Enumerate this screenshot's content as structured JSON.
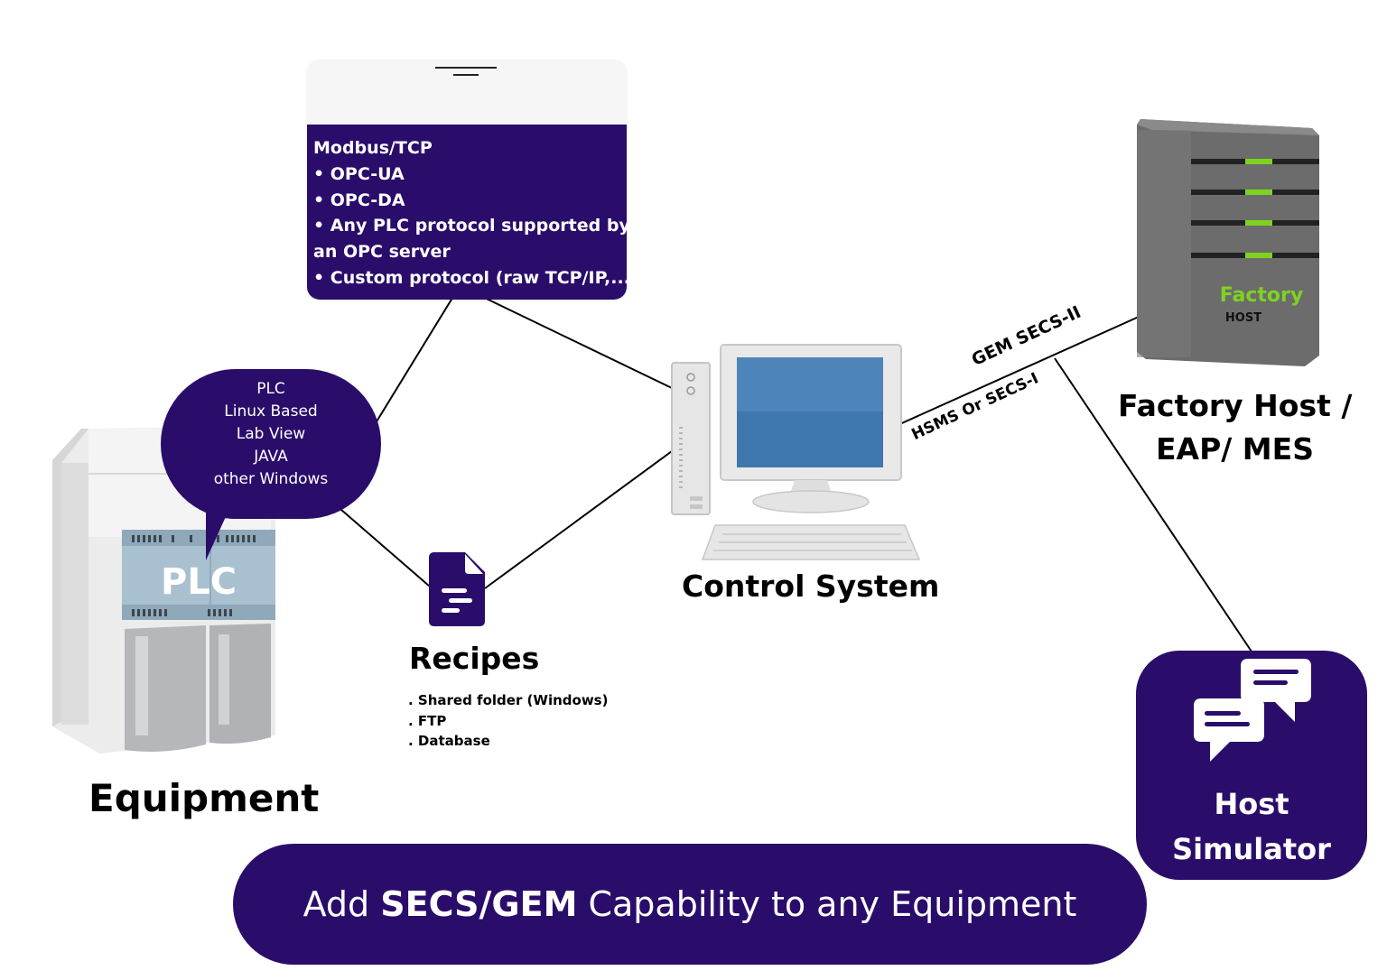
{
  "protocols": {
    "title": "Modbus/TCP",
    "items": [
      "• OPC-UA",
      "• OPC-DA",
      "• Any PLC protocol supported by",
      "an OPC server",
      "• Custom protocol (raw TCP/IP,...)"
    ]
  },
  "plc_bubble": {
    "lines": [
      "PLC",
      "Linux Based",
      "Lab View",
      "JAVA",
      "other Windows"
    ]
  },
  "equipment": {
    "plc_label": "PLC",
    "label": "Equipment"
  },
  "recipes": {
    "title": "Recipes",
    "items": [
      ". Shared folder (Windows)",
      ". FTP",
      ". Database"
    ]
  },
  "control_system": {
    "label": "Control System"
  },
  "link": {
    "upper": "GEM SECS-II",
    "lower": "HSMS Or SECS-I"
  },
  "factory_host": {
    "server_brand": "Factory",
    "server_sub": "HOST",
    "label_line1": "Factory Host /",
    "label_line2": "EAP/ MES"
  },
  "host_simulator": {
    "line1": "Host",
    "line2": "Simulator"
  },
  "banner": {
    "prefix": "Add ",
    "bold": "SECS/GEM",
    "suffix": " Capability to any Equipment"
  },
  "colors": {
    "brand_purple": "#2a0d6b",
    "server_led": "#7ed321",
    "monitor_screen": "#3f78ae"
  }
}
